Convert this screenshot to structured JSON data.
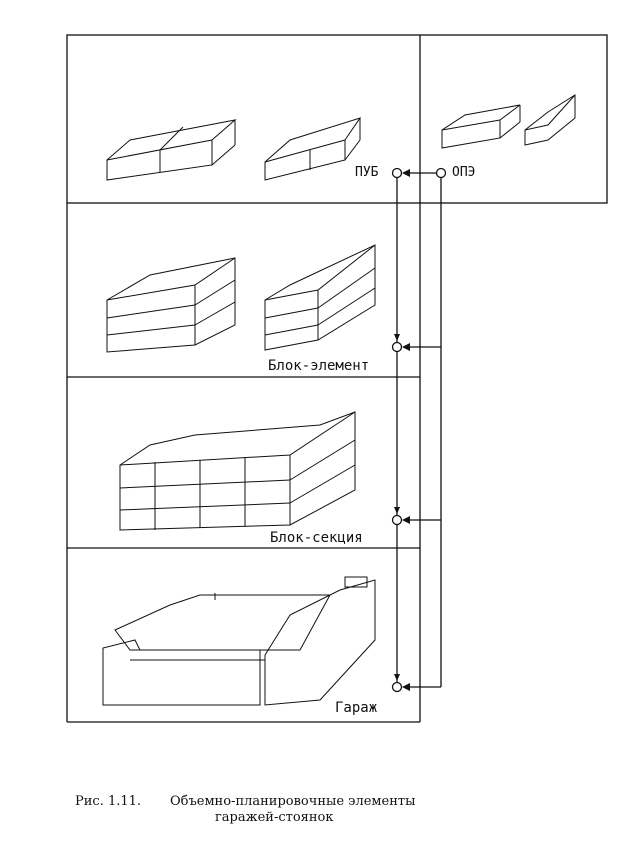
{
  "labels": {
    "pub": "ПУБ",
    "ope": "ОПЭ",
    "block_element": "Блок-элемент",
    "block_section": "Блок-секция",
    "garage": "Гараж"
  },
  "caption": {
    "number": "Рис. 1.11.",
    "line1": "Объемно-планировочные элементы",
    "line2": "гаражей-стоянок"
  }
}
